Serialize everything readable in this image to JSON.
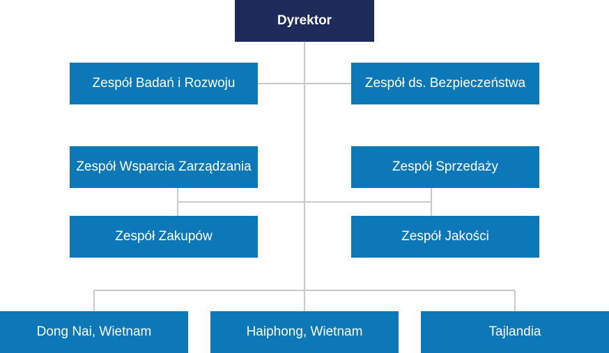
{
  "diagram": {
    "director": "Dyrektor",
    "teams": {
      "rd": "Zespół Badań i Rozwoju",
      "safety": "Zespół ds. Bezpieczeństwa",
      "management_support": "Zespół Wsparcia Zarządzania",
      "sales": "Zespół Sprzedaży",
      "purchasing": "Zespół Zakupów",
      "quality": "Zespół Jakości"
    },
    "sites": {
      "dong_nai": "Dong Nai, Wietnam",
      "haiphong": "Haiphong, Wietnam",
      "thailand": "Tajlandia"
    },
    "colors": {
      "director_box": "#1e2b5a",
      "unit_box": "#0d78b8",
      "connector": "#c9c9c9",
      "text": "#ffffff"
    }
  }
}
